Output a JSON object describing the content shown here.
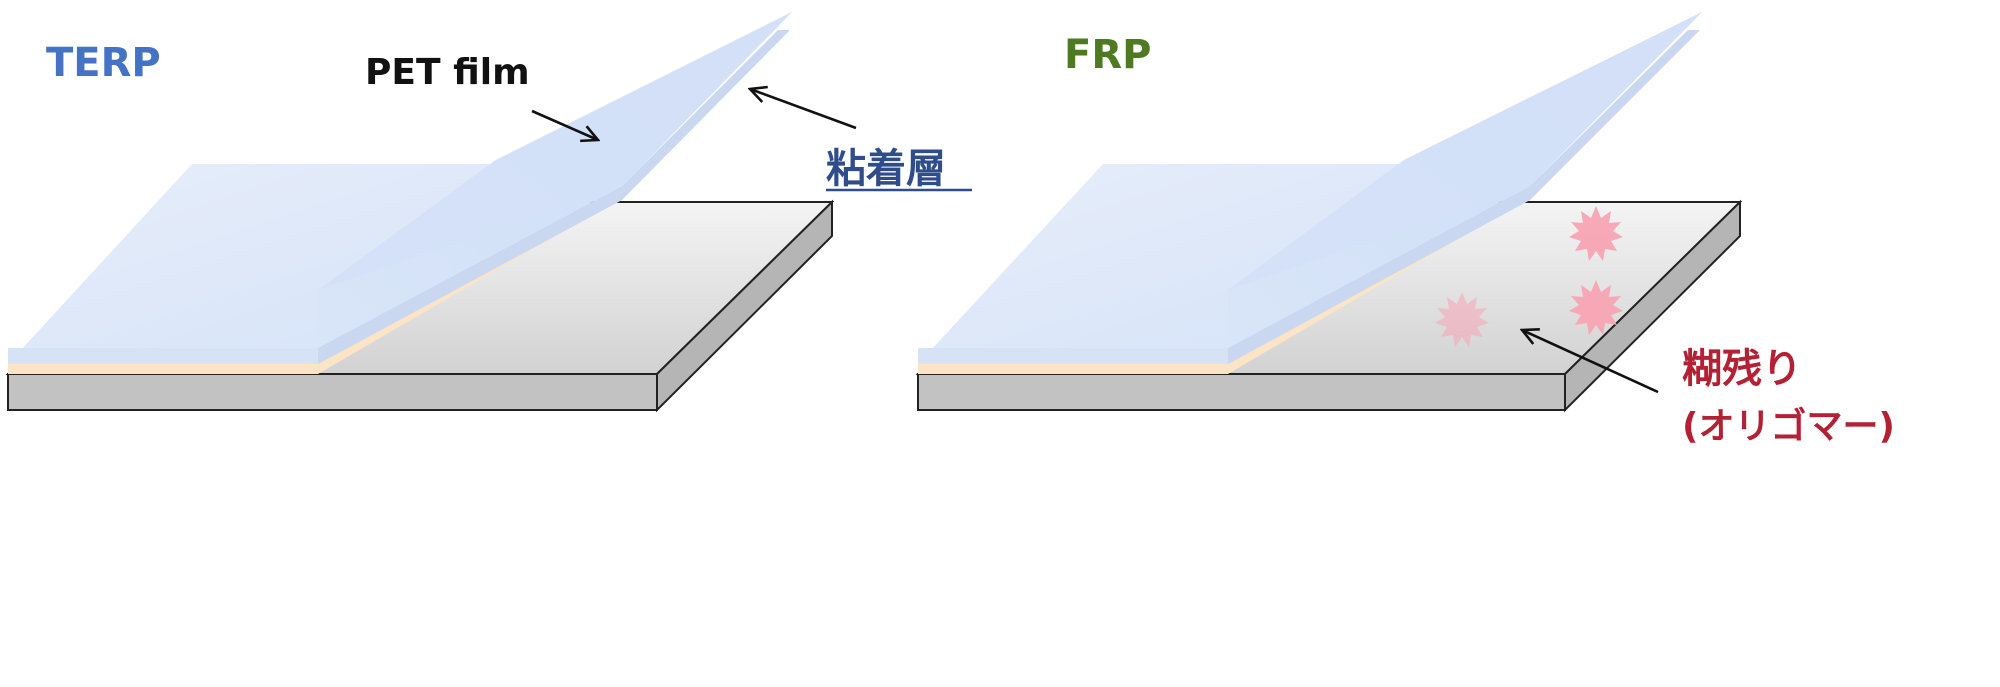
{
  "panels": {
    "terp": {
      "title": "TERP",
      "film_label": "PET film",
      "adhesive_label": "粘着層"
    },
    "frp": {
      "title": "FRP",
      "residue_label_line1": "糊残り",
      "residue_label_line2": "(オリゴマー)"
    }
  },
  "colors": {
    "terp_title": "#4472C4",
    "frp_title": "#4E7A22",
    "adhesive_label": "#2F4D8A",
    "residue_label": "#B22234",
    "film_fill": "#DCE6F7",
    "film_edge": "#C9D7F1",
    "adhesive_fill": "#FCE4C6",
    "plate_top": "#E6E6E6",
    "plate_side": "#B5B5B5",
    "plate_edge": "#222222",
    "burst_fill": "#F7A4B4"
  }
}
